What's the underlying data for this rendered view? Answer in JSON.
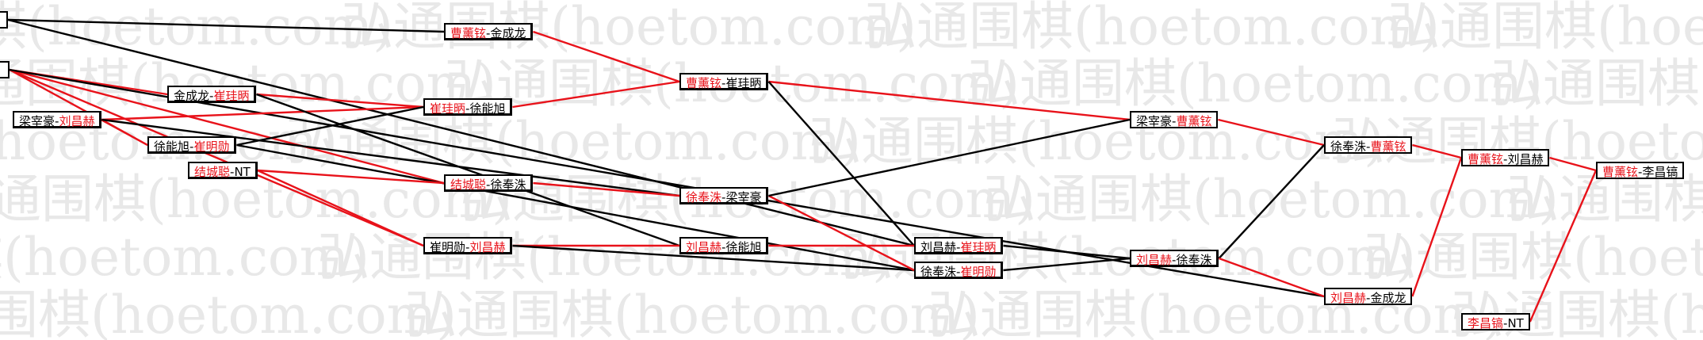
{
  "watermark": {
    "text": "弘通围棋(hoetom.com)"
  },
  "colors": {
    "winner": "#e8121a",
    "loser": "#000000"
  },
  "matches": [
    {
      "id": "m_e1",
      "p1": "",
      "p2": "",
      "winner_side": 0
    },
    {
      "id": "m_e2",
      "p1": "",
      "p2": "",
      "winner_side": 0
    },
    {
      "id": "m_a",
      "p1": "梁宰豪",
      "p2": "刘昌赫",
      "winner_side": 2
    },
    {
      "id": "m_b",
      "p1": "金成龙",
      "p2": "崔珪昞",
      "winner_side": 2
    },
    {
      "id": "m_c",
      "p1": "徐能旭",
      "p2": "崔明勋",
      "winner_side": 2
    },
    {
      "id": "m_d",
      "p1": "结城聪",
      "p2": "NT",
      "winner_side": 1
    },
    {
      "id": "m_s1",
      "p1": "曹薰铉",
      "p2": "金成龙",
      "winner_side": 1
    },
    {
      "id": "m_s2",
      "p1": "崔珪昞",
      "p2": "徐能旭",
      "winner_side": 1
    },
    {
      "id": "m_s3",
      "p1": "结城聪",
      "p2": "徐奉洙",
      "winner_side": 1
    },
    {
      "id": "m_s4",
      "p1": "崔明勋",
      "p2": "刘昌赫",
      "winner_side": 2
    },
    {
      "id": "m_t1",
      "p1": "曹薰铉",
      "p2": "崔珪昞",
      "winner_side": 1
    },
    {
      "id": "m_t2",
      "p1": "徐奉洙",
      "p2": "梁宰豪",
      "winner_side": 1
    },
    {
      "id": "m_t3",
      "p1": "刘昌赫",
      "p2": "徐能旭",
      "winner_side": 1
    },
    {
      "id": "m_u1",
      "p1": "刘昌赫",
      "p2": "崔珪昞",
      "winner_side": 2
    },
    {
      "id": "m_u2",
      "p1": "徐奉洙",
      "p2": "崔明勋",
      "winner_side": 2
    },
    {
      "id": "m_v1",
      "p1": "梁宰豪",
      "p2": "曹薰铉",
      "winner_side": 2
    },
    {
      "id": "m_v2",
      "p1": "刘昌赫",
      "p2": "徐奉洙",
      "winner_side": 1
    },
    {
      "id": "m_w1",
      "p1": "徐奉洙",
      "p2": "曹薰铉",
      "winner_side": 2
    },
    {
      "id": "m_w2",
      "p1": "刘昌赫",
      "p2": "金成龙",
      "winner_side": 1
    },
    {
      "id": "m_x1",
      "p1": "曹薰铉",
      "p2": "刘昌赫",
      "winner_side": 1
    },
    {
      "id": "m_x2",
      "p1": "李昌镐",
      "p2": "NT",
      "winner_side": 1
    },
    {
      "id": "m_y",
      "p1": "曹薰铉",
      "p2": "李昌镐",
      "winner_side": 1
    }
  ],
  "edges": [
    [
      "m_e1",
      "m_s1",
      0
    ],
    [
      "m_e1",
      "m_u1",
      0
    ],
    [
      "m_e2",
      "m_b",
      1
    ],
    [
      "m_e2",
      "m_c",
      1
    ],
    [
      "m_e2",
      "m_s3",
      1
    ],
    [
      "m_e2",
      "m_s4",
      1
    ],
    [
      "m_e2",
      "m_w2",
      0
    ],
    [
      "m_a",
      "m_c",
      1
    ],
    [
      "m_a",
      "m_s2",
      1
    ],
    [
      "m_a",
      "m_t2",
      0
    ],
    [
      "m_b",
      "m_s2",
      1
    ],
    [
      "m_b",
      "m_t3",
      0
    ],
    [
      "m_c",
      "m_s2",
      0
    ],
    [
      "m_c",
      "m_u2",
      0
    ],
    [
      "m_d",
      "m_s3",
      1
    ],
    [
      "m_d",
      "m_s4",
      1
    ],
    [
      "m_s1",
      "m_t1",
      1
    ],
    [
      "m_s2",
      "m_t1",
      1
    ],
    [
      "m_s3",
      "m_t2",
      1
    ],
    [
      "m_s4",
      "m_t3",
      1
    ],
    [
      "m_s4",
      "m_u2",
      0
    ],
    [
      "m_t1",
      "m_v1",
      1
    ],
    [
      "m_t1",
      "m_u1",
      0
    ],
    [
      "m_t2",
      "m_u2",
      1
    ],
    [
      "m_t2",
      "m_v1",
      0
    ],
    [
      "m_t3",
      "m_u1",
      1
    ],
    [
      "m_u1",
      "m_v2",
      0
    ],
    [
      "m_u2",
      "m_v2",
      0
    ],
    [
      "m_v1",
      "m_w1",
      1
    ],
    [
      "m_v2",
      "m_w1",
      0
    ],
    [
      "m_v2",
      "m_w2",
      1
    ],
    [
      "m_w1",
      "m_x1",
      1
    ],
    [
      "m_w2",
      "m_x1",
      1
    ],
    [
      "m_x1",
      "m_y",
      1
    ],
    [
      "m_x2",
      "m_y",
      1
    ]
  ]
}
